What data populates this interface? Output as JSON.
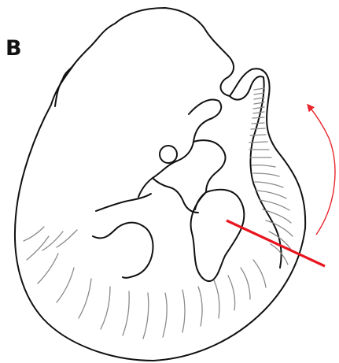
{
  "figure": {
    "panel_label": "B",
    "colors": {
      "outline": "#111111",
      "somite": "#8a8a8a",
      "arrow": "#e8262c",
      "cut_line": "#e8151f",
      "background": "#ffffff"
    },
    "elements": [
      "embryo-outline",
      "head-brain-bulge",
      "otic-vesicle",
      "pharyngeal-arches",
      "heart-bulge",
      "limb-bud",
      "somites",
      "rotation-arrow",
      "section-line"
    ]
  }
}
